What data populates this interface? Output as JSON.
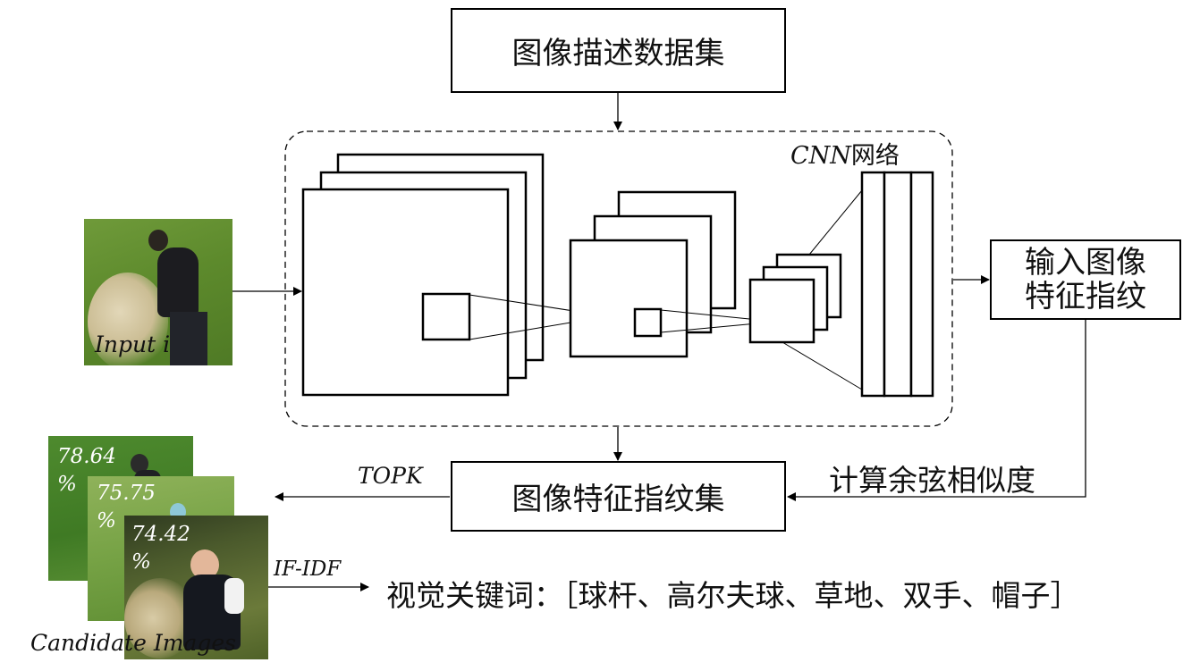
{
  "dataset_box": "图像描述数据集",
  "cnn_label_latin": "CNN",
  "cnn_label_cn": "网络",
  "input_label": "Input i",
  "input_fingerprint_line1": "输入图像",
  "input_fingerprint_line2": "特征指纹",
  "cosine_label": "计算余弦相似度",
  "fingerprint_set_box": "图像特征指纹集",
  "topk_label": "TOPK",
  "ifidf_label": "IF-IDF",
  "keywords_text": "视觉关键词：［球杆、高尔夫球、草地、双手、帽子］",
  "candidates_label": "Candidate Images",
  "candidates": [
    {
      "score_line1": "78.64",
      "score_line2": "%"
    },
    {
      "score_line1": "75.75",
      "score_line2": "%"
    },
    {
      "score_line1": "74.42",
      "score_line2": "%"
    }
  ]
}
